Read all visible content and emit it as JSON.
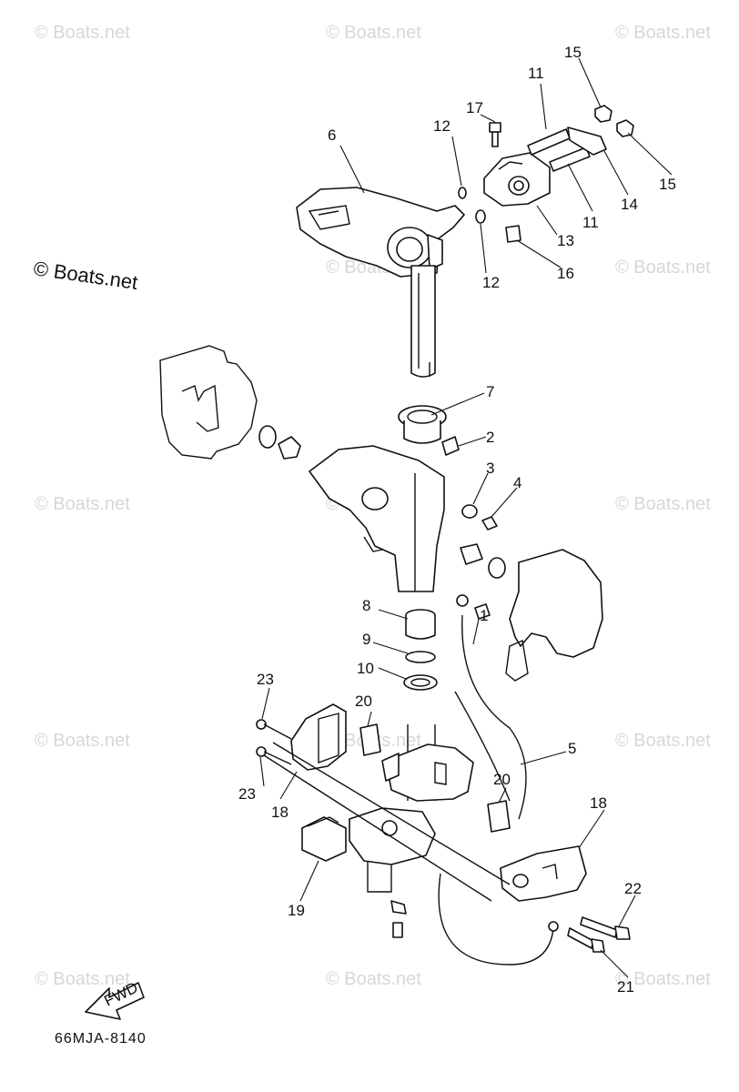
{
  "watermark": {
    "text": "© Boats.net"
  },
  "drawing_code": "66MJA-8140",
  "fwd_label": "FWD",
  "callouts": [
    {
      "id": "c1",
      "text": "1"
    },
    {
      "id": "c2",
      "text": "2"
    },
    {
      "id": "c3",
      "text": "3"
    },
    {
      "id": "c4",
      "text": "4"
    },
    {
      "id": "c5",
      "text": "5"
    },
    {
      "id": "c6",
      "text": "6"
    },
    {
      "id": "c7",
      "text": "7"
    },
    {
      "id": "c8",
      "text": "8"
    },
    {
      "id": "c9",
      "text": "9"
    },
    {
      "id": "c10",
      "text": "10"
    },
    {
      "id": "c11a",
      "text": "11"
    },
    {
      "id": "c11b",
      "text": "11"
    },
    {
      "id": "c12a",
      "text": "12"
    },
    {
      "id": "c12b",
      "text": "12"
    },
    {
      "id": "c13",
      "text": "13"
    },
    {
      "id": "c14",
      "text": "14"
    },
    {
      "id": "c15a",
      "text": "15"
    },
    {
      "id": "c15b",
      "text": "15"
    },
    {
      "id": "c16",
      "text": "16"
    },
    {
      "id": "c17",
      "text": "17"
    },
    {
      "id": "c18a",
      "text": "18"
    },
    {
      "id": "c18b",
      "text": "18"
    },
    {
      "id": "c19",
      "text": "19"
    },
    {
      "id": "c20a",
      "text": "20"
    },
    {
      "id": "c20b",
      "text": "20"
    },
    {
      "id": "c21",
      "text": "21"
    },
    {
      "id": "c22",
      "text": "22"
    },
    {
      "id": "c23a",
      "text": "23"
    },
    {
      "id": "c23b",
      "text": "23"
    }
  ]
}
